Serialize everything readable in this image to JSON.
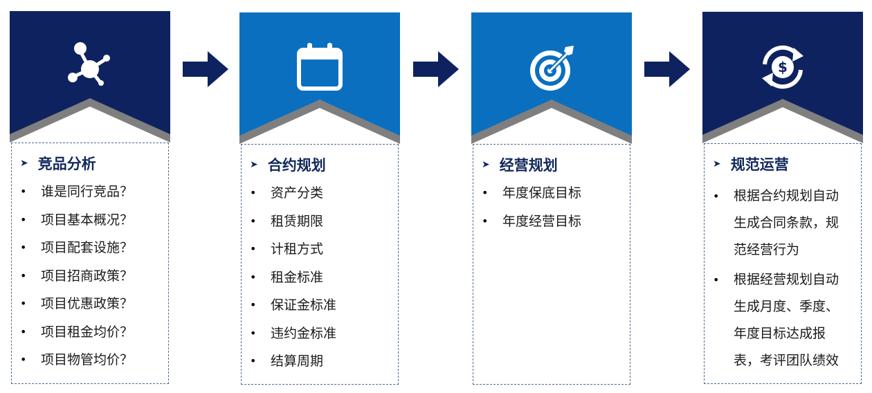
{
  "colors": {
    "dark_navy": "#0f2260",
    "bright_blue": "#0b6fc0",
    "chevron_gray": "#7f7f7f",
    "title_text": "#12285c",
    "arrow": "#0f2260"
  },
  "columns": [
    {
      "icon": "molecule-icon",
      "header_color": "dark_navy",
      "title": "竞品分析",
      "items": [
        "谁是同行竞品？",
        "项目基本概况？",
        "项目配套设施？",
        "项目招商政策？",
        "项目优惠政策？",
        "项目租金均价？",
        "项目物管均价？"
      ]
    },
    {
      "icon": "calendar-icon",
      "header_color": "bright_blue",
      "title": "合约规划",
      "items": [
        "资产分类",
        "租赁期限",
        "计租方式",
        "租金标准",
        "保证金标准",
        "违约金标准",
        "结算周期"
      ]
    },
    {
      "icon": "target-icon",
      "header_color": "bright_blue",
      "title": "经营规划",
      "items": [
        "年度保底目标",
        "年度经营目标"
      ]
    },
    {
      "icon": "dollar-cycle-icon",
      "header_color": "dark_navy",
      "title": "规范运营",
      "items": [
        "根据合约规划自动生成合同条款，规范经营行为",
        "根据经营规划自动生成月度、季度、年度目标达成报表，考评团队绩效"
      ]
    }
  ]
}
